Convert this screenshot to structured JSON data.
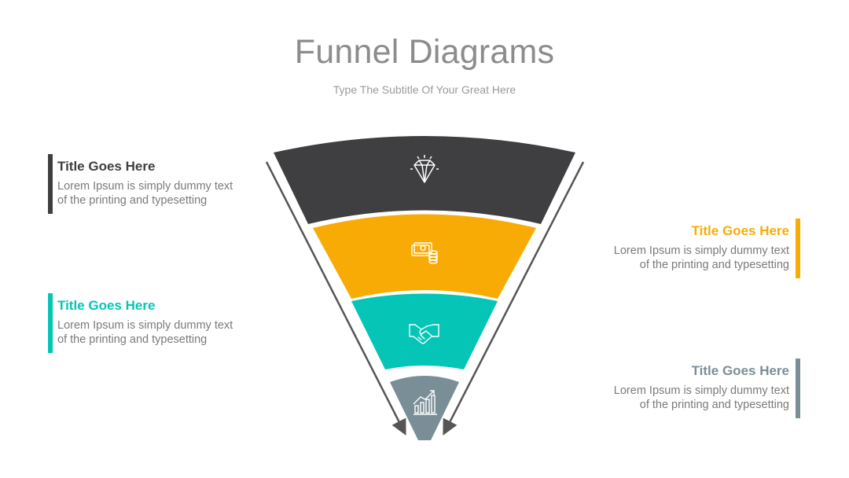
{
  "header": {
    "title": "Funnel Diagrams",
    "subtitle": "Type The Subtitle Of Your Great Here"
  },
  "colors": {
    "dark": "#3f3f41",
    "orange": "#f8ab05",
    "teal": "#05c5b6",
    "slate": "#7a8e98"
  },
  "stages": [
    {
      "icon": "diamond-icon",
      "color": "#3f3f41"
    },
    {
      "icon": "money-icon",
      "color": "#f8ab05"
    },
    {
      "icon": "handshake-icon",
      "color": "#05c5b6"
    },
    {
      "icon": "growth-chart-icon",
      "color": "#7a8e98"
    }
  ],
  "items": [
    {
      "title": "Title Goes Here",
      "body_line1": "Lorem Ipsum is simply dummy text",
      "body_line2": "of the printing and typesetting",
      "color": "#3f3f41"
    },
    {
      "title": "Title Goes Here",
      "body_line1": "Lorem Ipsum is simply dummy text",
      "body_line2": "of the printing and typesetting",
      "color": "#05c5b6"
    },
    {
      "title": "Title Goes Here",
      "body_line1": "Lorem Ipsum is simply dummy text",
      "body_line2": "of the printing and typesetting",
      "color": "#f8ab05"
    },
    {
      "title": "Title Goes Here",
      "body_line1": "Lorem Ipsum is simply dummy text",
      "body_line2": "of the printing and typesetting",
      "color": "#7a8e98"
    }
  ]
}
